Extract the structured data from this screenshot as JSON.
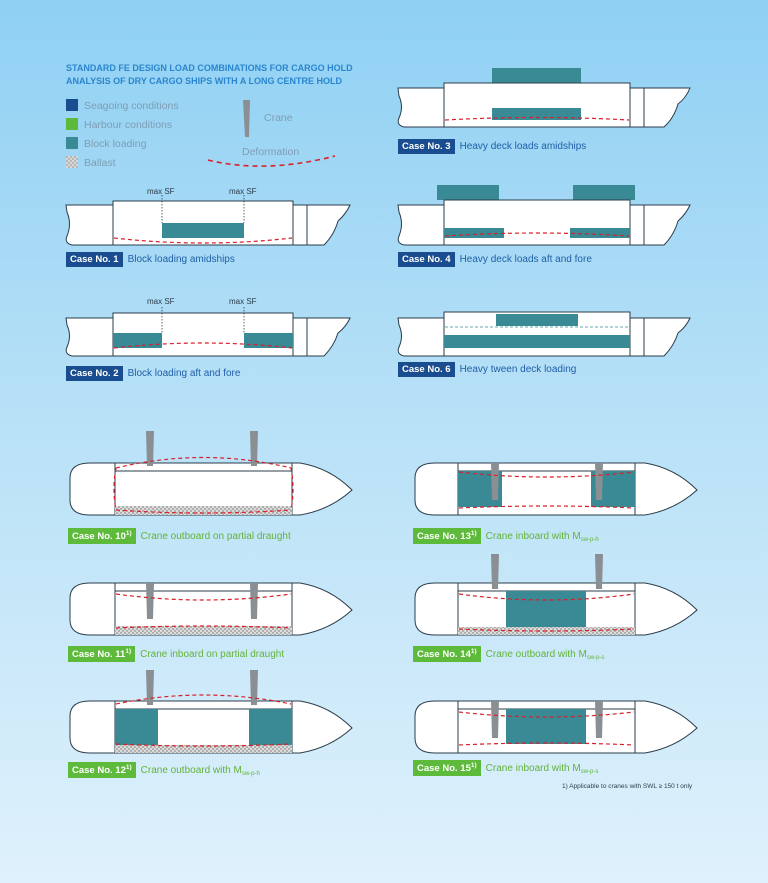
{
  "title": [
    "STANDARD FE DESIGN LOAD COMBINATIONS FOR CARGO HOLD",
    "ANALYSIS OF DRY CARGO SHIPS WITH A LONG CENTRE HOLD"
  ],
  "legend": {
    "seagoing": "Seagoing conditions",
    "harbour": "Harbour conditions",
    "block": "Block loading",
    "ballast": "Ballast",
    "crane": "Crane",
    "deformation": "Deformation"
  },
  "colors": {
    "seagoing": "#1a4d8f",
    "harbour": "#5dba3b",
    "block": "#3a8a95",
    "crane": "#8a8f94",
    "deformation": "#d8202a"
  },
  "max_sf": "max SF",
  "cases": {
    "c1": {
      "badge": "Case No. 1",
      "text": "Block loading amidships"
    },
    "c2": {
      "badge": "Case No. 2",
      "text": "Block loading aft and fore"
    },
    "c3": {
      "badge": "Case No. 3",
      "text": "Heavy deck loads amidships"
    },
    "c4": {
      "badge": "Case No. 4",
      "text": "Heavy deck loads aft and fore"
    },
    "c6": {
      "badge": "Case No. 6",
      "text": "Heavy tween deck loading"
    },
    "c10": {
      "badge": "Case No. 10",
      "sup": "1)",
      "text": "Crane outboard on partial draught"
    },
    "c11": {
      "badge": "Case No. 11",
      "sup": "1)",
      "text": "Crane inboard on partial draught"
    },
    "c12": {
      "badge": "Case No. 12",
      "sup": "1)",
      "text": "Crane outboard with M",
      "sub": "sw-p-h"
    },
    "c13": {
      "badge": "Case No. 13",
      "sup": "1)",
      "text": "Crane inboard with M",
      "sub": "sw-p-h"
    },
    "c14": {
      "badge": "Case No. 14",
      "sup": "1)",
      "text": "Crane outboard with M",
      "sub": "sw-p-s"
    },
    "c15": {
      "badge": "Case No. 15",
      "sup": "1)",
      "text": "Crane inboard with M",
      "sub": "sw-p-s"
    }
  },
  "footnote": "1) Applicable to cranes with SWL ≥ 150 t only"
}
